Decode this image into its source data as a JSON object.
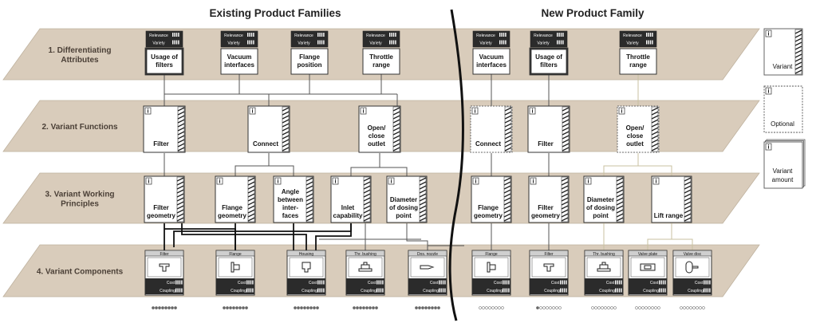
{
  "headers": {
    "existing": "Existing Product Families",
    "new": "New Product Family"
  },
  "levels": [
    {
      "id": "l1",
      "label_lines": [
        "1. Differentiating",
        "Attributes"
      ]
    },
    {
      "id": "l2",
      "label_lines": [
        "2. Variant Functions"
      ]
    },
    {
      "id": "l3",
      "label_lines": [
        "3. Variant Working",
        "Principles"
      ]
    },
    {
      "id": "l4",
      "label_lines": [
        "4. Variant Components"
      ]
    }
  ],
  "attribute_tags": {
    "relevance": "Relevance",
    "variety": "Variety"
  },
  "attributes": [
    {
      "id": "a1",
      "lines": [
        "Usage of",
        "filters"
      ],
      "bold_border": true
    },
    {
      "id": "a2",
      "lines": [
        "Vacuum",
        "interfaces"
      ],
      "bold_border": false
    },
    {
      "id": "a3",
      "lines": [
        "Flange",
        "position"
      ],
      "bold_border": false
    },
    {
      "id": "a4",
      "lines": [
        "Throttle",
        "range"
      ],
      "bold_border": false
    },
    {
      "id": "a5",
      "lines": [
        "Vacuum",
        "interfaces"
      ],
      "bold_border": false
    },
    {
      "id": "a6",
      "lines": [
        "Usage of",
        "filters"
      ],
      "bold_border": true
    },
    {
      "id": "a7",
      "lines": [
        "Throttle",
        "range"
      ],
      "bold_border": false
    }
  ],
  "functions": [
    {
      "id": "f1",
      "lines": [
        "Filter"
      ],
      "type": "variant"
    },
    {
      "id": "f2",
      "lines": [
        "Connect"
      ],
      "type": "variant"
    },
    {
      "id": "f3",
      "lines": [
        "Open/",
        "close",
        "outlet"
      ],
      "type": "variant"
    },
    {
      "id": "f4",
      "lines": [
        "Connect"
      ],
      "type": "optional"
    },
    {
      "id": "f5",
      "lines": [
        "Filter"
      ],
      "type": "variant"
    },
    {
      "id": "f6",
      "lines": [
        "Open/",
        "close",
        "outlet"
      ],
      "type": "optional"
    }
  ],
  "principles": [
    {
      "id": "p1",
      "lines": [
        "Filter",
        "geometry"
      ]
    },
    {
      "id": "p2",
      "lines": [
        "Flange",
        "geometry"
      ]
    },
    {
      "id": "p3",
      "lines": [
        "Angle",
        "between",
        "inter-",
        "faces"
      ]
    },
    {
      "id": "p4",
      "lines": [
        "Inlet",
        "capability"
      ]
    },
    {
      "id": "p5",
      "lines": [
        "Diameter",
        "of dosing",
        "point"
      ]
    },
    {
      "id": "p6",
      "lines": [
        "Flange",
        "geometry"
      ]
    },
    {
      "id": "p7",
      "lines": [
        "Filter",
        "geometry"
      ]
    },
    {
      "id": "p8",
      "lines": [
        "Diameter",
        "of dosing",
        "point"
      ]
    },
    {
      "id": "p9",
      "lines": [
        "Lift range"
      ]
    }
  ],
  "component_tags": {
    "cost": "Cost",
    "coupling": "Coupling"
  },
  "components": [
    {
      "id": "c1",
      "name": "Filter",
      "icon": "filter-part-icon"
    },
    {
      "id": "c2",
      "name": "Flange",
      "icon": "flange-part-icon"
    },
    {
      "id": "c3",
      "name": "Housing",
      "icon": "housing-part-icon"
    },
    {
      "id": "c4",
      "name": "Thr. bushing",
      "icon": "bushing-part-icon"
    },
    {
      "id": "c5",
      "name": "Dos. nozzle",
      "icon": "nozzle-part-icon"
    },
    {
      "id": "c6",
      "name": "Flange",
      "icon": "flange-part-icon"
    },
    {
      "id": "c7",
      "name": "Filter",
      "icon": "filter-part-icon"
    },
    {
      "id": "c8",
      "name": "Thr. bushing",
      "icon": "bushing-part-icon"
    },
    {
      "id": "c9",
      "name": "Valve plate",
      "icon": "valve-plate-part-icon"
    },
    {
      "id": "c10",
      "name": "Valve disc",
      "icon": "valve-disc-part-icon"
    }
  ],
  "legend": [
    {
      "id": "variant",
      "lines": [
        "Variant"
      ]
    },
    {
      "id": "optional",
      "lines": [
        "Optional"
      ]
    },
    {
      "id": "amount",
      "lines": [
        "Variant",
        "amount"
      ]
    }
  ],
  "info_glyph": "i",
  "colors": {
    "layer_fill": "#d9ccbb",
    "layer_text": "#4a3f36",
    "tag_bg": "#2b2b2b",
    "existing_link": "#222222",
    "new_link": "#c8c1a0",
    "dot_filled": "#666666"
  }
}
